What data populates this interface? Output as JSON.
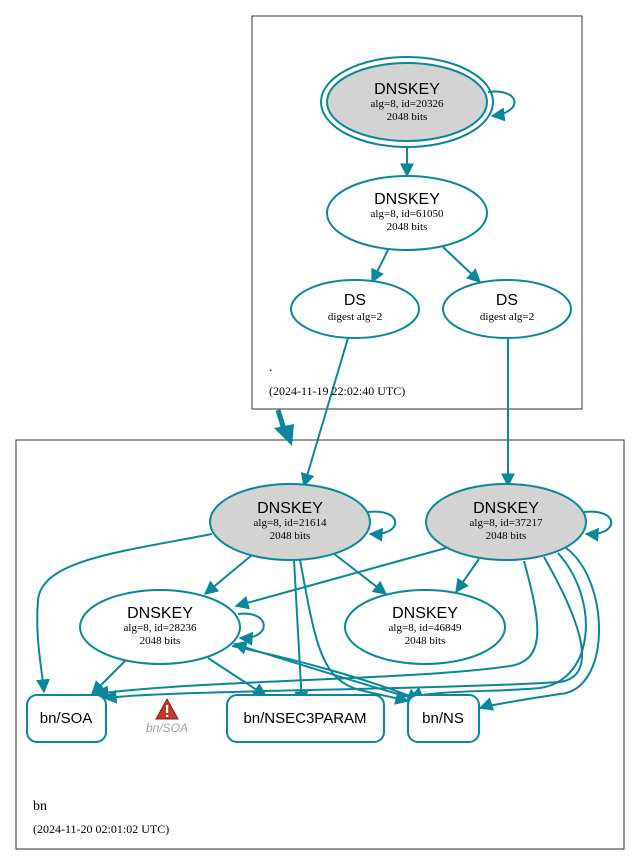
{
  "root_zone": {
    "name": ".",
    "timestamp": "(2024-11-19 22:02:40 UTC)",
    "ksk": {
      "title": "DNSKEY",
      "line1": "alg=8, id=20326",
      "line2": "2048 bits"
    },
    "zsk": {
      "title": "DNSKEY",
      "line1": "alg=8, id=61050",
      "line2": "2048 bits"
    },
    "ds1": {
      "title": "DS",
      "line1": "digest alg=2"
    },
    "ds2": {
      "title": "DS",
      "line1": "digest alg=2"
    }
  },
  "bn_zone": {
    "name": "bn",
    "timestamp": "(2024-11-20 02:01:02 UTC)",
    "ksk1": {
      "title": "DNSKEY",
      "line1": "alg=8, id=21614",
      "line2": "2048 bits"
    },
    "ksk2": {
      "title": "DNSKEY",
      "line1": "alg=8, id=37217",
      "line2": "2048 bits"
    },
    "zsk1": {
      "title": "DNSKEY",
      "line1": "alg=8, id=28236",
      "line2": "2048 bits"
    },
    "zsk2": {
      "title": "DNSKEY",
      "line1": "alg=8, id=46849",
      "line2": "2048 bits"
    },
    "rr_soa": "bn/SOA",
    "rr_nsec3param": "bn/NSEC3PARAM",
    "rr_ns": "bn/NS",
    "warning_label": "bn/SOA"
  },
  "colors": {
    "edge": "#0a879a",
    "ksk_fill": "#d3d3d3",
    "zsk_fill": "#ffffff",
    "warning_red": "#c0392b"
  },
  "icons": {
    "warning": "warning-triangle-icon"
  }
}
